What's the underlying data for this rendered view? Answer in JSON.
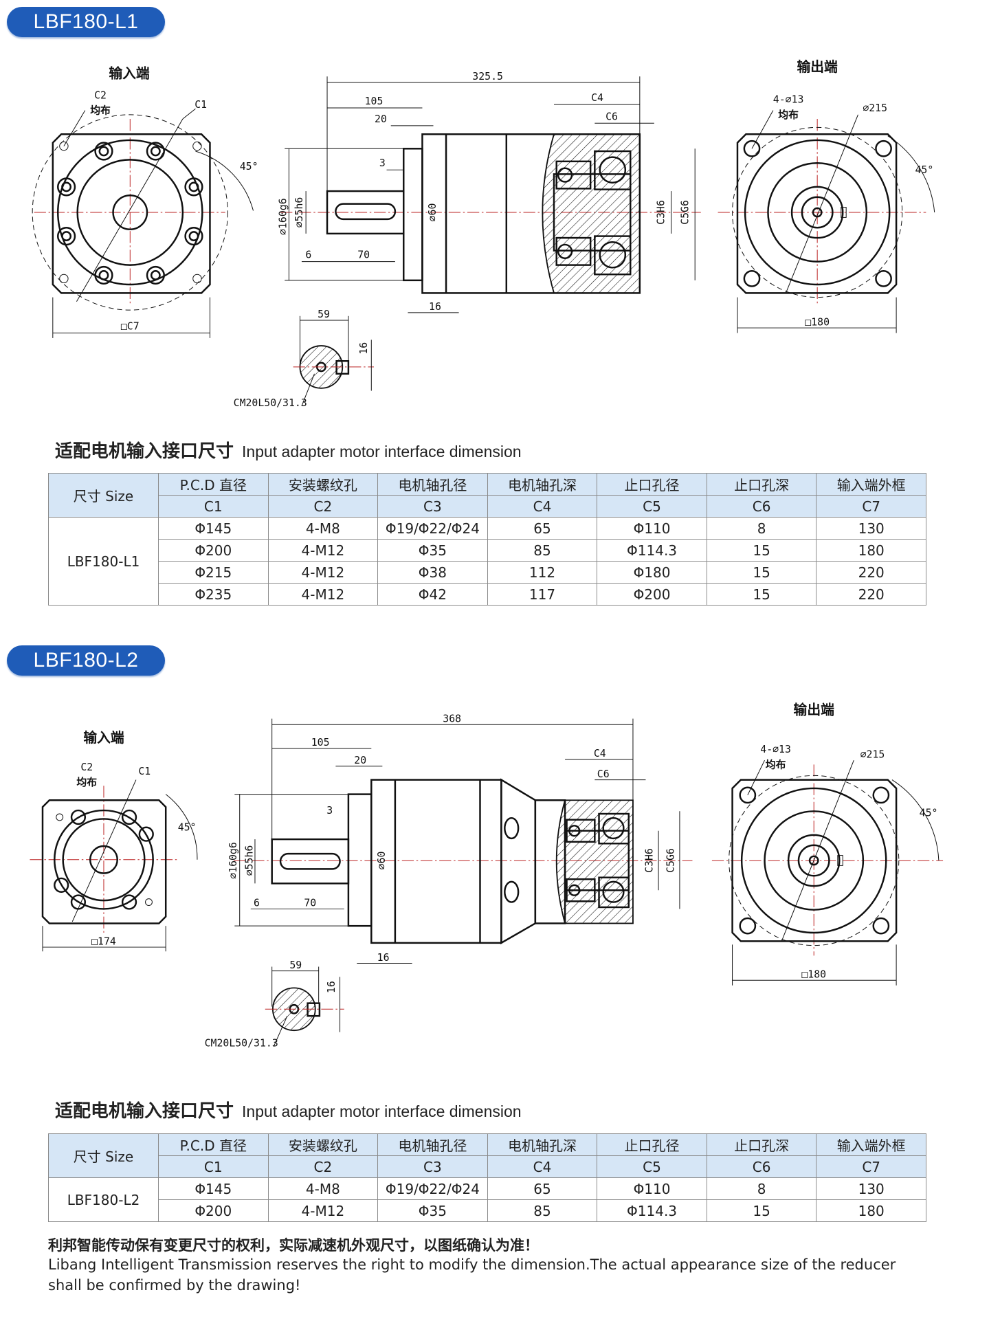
{
  "section1": {
    "badge": "LBF180-L1",
    "drawing": {
      "input_end_label": "输入端",
      "output_end_label": "输出端",
      "c2_label": "C2",
      "even_dist": "均布",
      "c1_label": "C1",
      "angle_in": "45°",
      "angle_out": "45°",
      "input_square": "□C7",
      "total_length": "325.5",
      "dim_105": "105",
      "dim_20": "20",
      "dim_c4": "C4",
      "dim_c6": "C6",
      "dim_3": "3",
      "dia_160": "⌀160g6",
      "dia_55": "⌀55h6",
      "dia_60": "⌀60",
      "c3h6": "C3H6",
      "c5g6": "C5G6",
      "dim_6": "6",
      "dim_70": "70",
      "dim_16": "16",
      "key_59": "59",
      "key_16": "16",
      "key_thread": "CM20L50/31.3",
      "holes": "4-⌀13",
      "holes_even": "均布",
      "pcd_215": "⌀215",
      "output_square": "□180"
    },
    "table_heading_cn": "适配电机输入接口尺寸",
    "table_heading_en": "Input adapter motor interface dimension",
    "table": {
      "size_header": "尺寸 Size",
      "headers_cn": [
        "P.C.D 直径",
        "安装螺纹孔",
        "电机轴孔径",
        "电机轴孔深",
        "止口孔径",
        "止口孔深",
        "输入端外框"
      ],
      "headers_code": [
        "C1",
        "C2",
        "C3",
        "C4",
        "C5",
        "C6",
        "C7"
      ],
      "model": "LBF180-L1",
      "rows": [
        [
          "Φ145",
          "4-M8",
          "Φ19/Φ22/Φ24",
          "65",
          "Φ110",
          "8",
          "130"
        ],
        [
          "Φ200",
          "4-M12",
          "Φ35",
          "85",
          "Φ114.3",
          "15",
          "180"
        ],
        [
          "Φ215",
          "4-M12",
          "Φ38",
          "112",
          "Φ180",
          "15",
          "220"
        ],
        [
          "Φ235",
          "4-M12",
          "Φ42",
          "117",
          "Φ200",
          "15",
          "220"
        ]
      ]
    }
  },
  "section2": {
    "badge": "LBF180-L2",
    "drawing": {
      "input_end_label": "输入端",
      "output_end_label": "输出端",
      "c2_label": "C2",
      "even_dist": "均布",
      "c1_label": "C1",
      "angle_in": "45°",
      "angle_out": "45°",
      "input_square": "□174",
      "total_length": "368",
      "dim_105": "105",
      "dim_20": "20",
      "dim_c4": "C4",
      "dim_c6": "C6",
      "dim_3": "3",
      "dia_160": "⌀160g6",
      "dia_55": "⌀55h6",
      "dia_60": "⌀60",
      "c3h6": "C3H6",
      "c5g6": "C5G6",
      "dim_6": "6",
      "dim_70": "70",
      "dim_16": "16",
      "key_59": "59",
      "key_16": "16",
      "key_thread": "CM20L50/31.3",
      "holes": "4-⌀13",
      "holes_even": "均布",
      "pcd_215": "⌀215",
      "output_square": "□180"
    },
    "table_heading_cn": "适配电机输入接口尺寸",
    "table_heading_en": "Input adapter motor interface dimension",
    "table": {
      "size_header": "尺寸 Size",
      "headers_cn": [
        "P.C.D 直径",
        "安装螺纹孔",
        "电机轴孔径",
        "电机轴孔深",
        "止口孔径",
        "止口孔深",
        "输入端外框"
      ],
      "headers_code": [
        "C1",
        "C2",
        "C3",
        "C4",
        "C5",
        "C6",
        "C7"
      ],
      "model": "LBF180-L2",
      "rows": [
        [
          "Φ145",
          "4-M8",
          "Φ19/Φ22/Φ24",
          "65",
          "Φ110",
          "8",
          "130"
        ],
        [
          "Φ200",
          "4-M12",
          "Φ35",
          "85",
          "Φ114.3",
          "15",
          "180"
        ]
      ]
    }
  },
  "footer": {
    "note_cn": "利邦智能传动保有变更尺寸的权利，实际减速机外观尺寸，以图纸确认为准！",
    "note_en_line1": "Libang Intelligent Transmission reserves the right to modify the dimension.The actual appearance size of the reducer",
    "note_en_line2": "shall be confirmed by the drawing!"
  },
  "colors": {
    "badge": "#1f5cb8",
    "table_header": "#d6e6f6",
    "center_line": "#bb2222"
  }
}
